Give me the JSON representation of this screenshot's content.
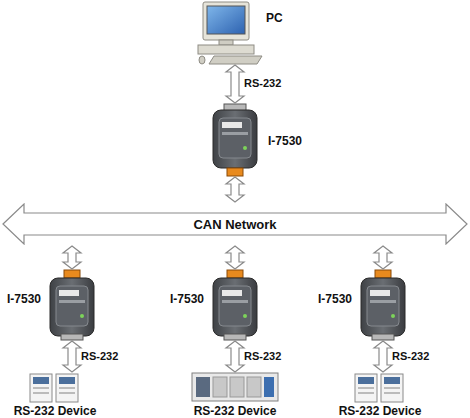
{
  "diagram": {
    "nodes": [
      {
        "text": [
          "PC"
        ]
      },
      {
        "text": [
          "I-7530"
        ]
      },
      {
        "text": [
          "CAN Network"
        ]
      },
      {
        "text": [
          "I-7530"
        ]
      },
      {
        "text": [
          "I-7530"
        ]
      },
      {
        "text": [
          "I-7530"
        ]
      },
      {
        "text": [
          "RS-232 Device"
        ]
      },
      {
        "text": [
          "RS-232 Device"
        ]
      },
      {
        "text": [
          "RS-232 Device"
        ]
      }
    ],
    "edges": [
      {
        "from": 0,
        "to": 1,
        "arrow": "both",
        "label": "RS-232"
      },
      {
        "from": 1,
        "to": 2,
        "arrow": "both"
      },
      {
        "from": 2,
        "to": 3,
        "arrow": "both"
      },
      {
        "from": 2,
        "to": 4,
        "arrow": "both"
      },
      {
        "from": 2,
        "to": 5,
        "arrow": "both"
      },
      {
        "from": 3,
        "to": 6,
        "arrow": "both",
        "label": "RS-232"
      },
      {
        "from": 4,
        "to": 7,
        "arrow": "both",
        "label": "RS-232"
      },
      {
        "from": 5,
        "to": 8,
        "arrow": "both",
        "label": "RS-232"
      }
    ]
  }
}
